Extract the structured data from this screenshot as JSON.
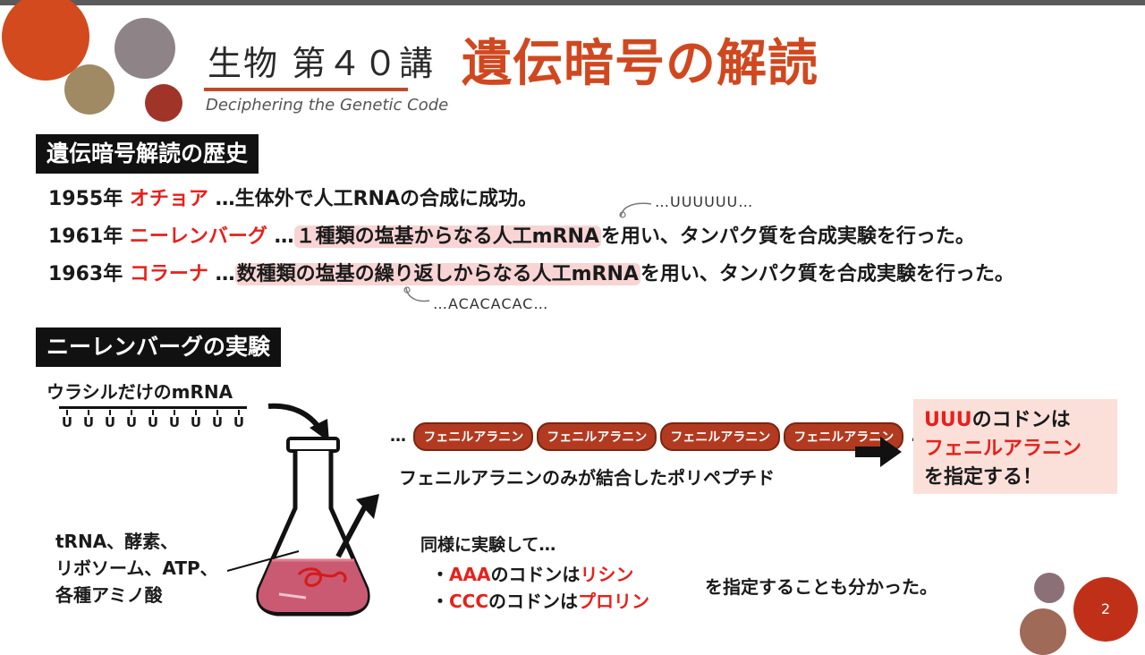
{
  "header": {
    "title_prefix": "生物 第４０講",
    "title_accent": "遺伝暗号の解読",
    "subtitle": "Deciphering the Genetic Code"
  },
  "section1": {
    "heading": "遺伝暗号解読の歴史",
    "rows": [
      {
        "year": "1955年",
        "name": "オチョア",
        "sep": " …",
        "text_plain_before": "生体外で人工RNAの合成に成功。",
        "highlight": "",
        "text_after": ""
      },
      {
        "year": "1961年",
        "name": "ニーレンバーグ",
        "sep": "…",
        "text_plain_before": "",
        "highlight": "１種類の塩基からなる人工mRNA",
        "text_after": "を用い、タンパク質を合成実験を行った。"
      },
      {
        "year": "1963年",
        "name": "コラーナ",
        "sep": "…",
        "text_plain_before": "",
        "highlight": "数種類の塩基の繰り返しからなる人工mRNA",
        "text_after": "を用い、タンパク質を合成実験を行った。"
      }
    ],
    "note_uuu": "…UUUUUU…",
    "note_acac": "…ACACACAC…"
  },
  "section2": {
    "heading": "ニーレンバーグの実験",
    "mrna_label": "ウラシルだけのmRNA",
    "mrna_bases": [
      "U",
      "U",
      "U",
      "U",
      "U",
      "U",
      "U",
      "U",
      "U"
    ],
    "reagents": [
      "tRNA、酵素、",
      "リボソーム、ATP、",
      "各種アミノ酸"
    ],
    "chain_prefix": "…",
    "chain_units": [
      "フェニルアラニン",
      "フェニルアラニン",
      "フェニルアラニン",
      "フェニルアラニン"
    ],
    "chain_suffix": "…",
    "chain_caption": "フェニルアラニンのみが結合したポリペプチド",
    "result": {
      "line1_red": "UUU",
      "line1_rest": "のコドンは",
      "line2_red": "フェニルアラニン",
      "line3": "を指定する！"
    },
    "also_intro": "同様に実験して…",
    "bullets": [
      {
        "dot": "・",
        "codon": "AAA",
        "mid": "のコドンは",
        "amino": "リシン"
      },
      {
        "dot": "・",
        "codon": "CCC",
        "mid": "のコドンは",
        "amino": "プロリン"
      }
    ],
    "also_end": "を指定することも分かった。"
  },
  "footer": {
    "page_number": "2"
  },
  "colors": {
    "accent": "#d0481f",
    "red_text": "#e8201a",
    "highlight": "#f8d4d4",
    "pill": "#b23a20"
  }
}
